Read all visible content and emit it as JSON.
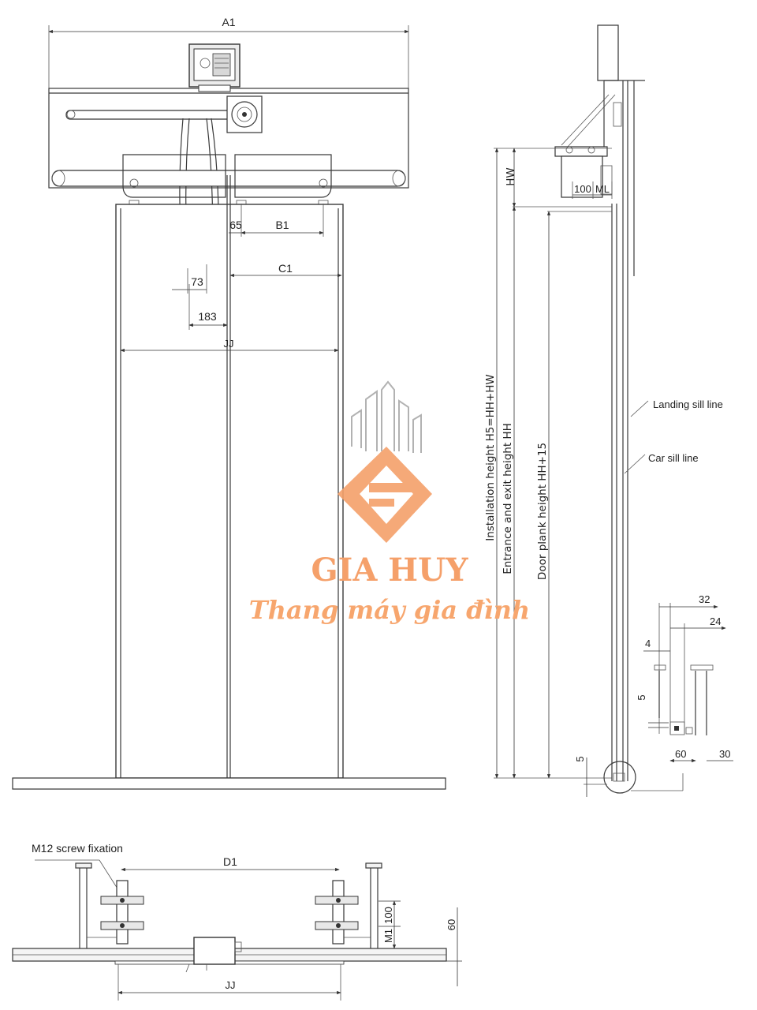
{
  "front_view": {
    "a1": "A1",
    "b1": "B1",
    "c1": "C1",
    "jj": "JJ",
    "d65": "65",
    "d73": "73",
    "d183": "183"
  },
  "side_view": {
    "hw": "HW",
    "d100": "100",
    "ml": "ML",
    "installation_height": "Installation height  H5=HH+HW",
    "entrance_height": "Entrance and exit height HH",
    "door_plank_height": "Door plank height HH+15",
    "landing_sill_line": "Landing sill line",
    "car_sill_line": "Car sill line",
    "d32": "32",
    "d24": "24",
    "d4": "4",
    "d5a": "5",
    "d5b": "5",
    "d60": "60",
    "d30": "30"
  },
  "plan_view": {
    "m12_note": "M12  screw fixation",
    "d1": "D1",
    "jj": "JJ",
    "m1": "M1",
    "d100": "100",
    "d60": "60"
  },
  "watermark": {
    "name": "GIA HUY",
    "tagline": "Thang máy gia đình",
    "color": "#f5a06a"
  }
}
